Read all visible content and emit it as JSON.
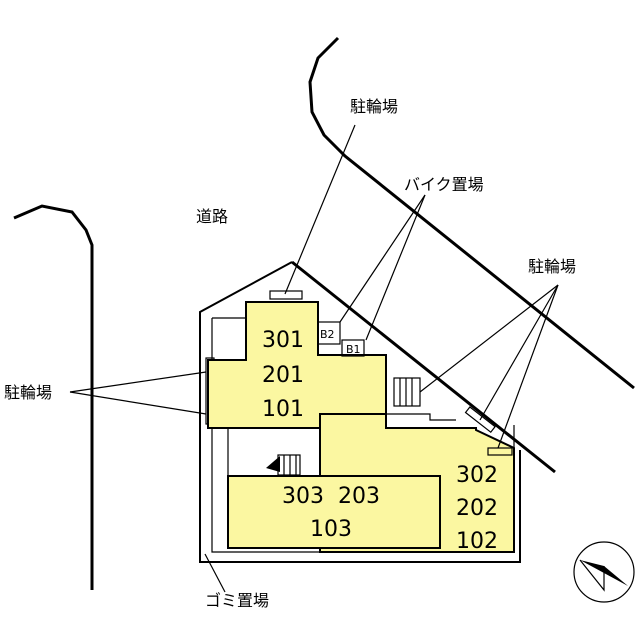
{
  "labels": {
    "road": "道路",
    "bicycle_parking_top": "駐輪場",
    "bike_parking": "バイク置場",
    "bicycle_parking_right": "駐輪場",
    "bicycle_parking_left": "駐輪場",
    "garbage": "ゴミ置場",
    "b1": "B1",
    "b2": "B2"
  },
  "units": {
    "left_block": [
      "301",
      "201",
      "101"
    ],
    "front_block": [
      "303  203",
      "103"
    ],
    "right_block": [
      "302",
      "202",
      "102"
    ]
  },
  "colors": {
    "building_fill": "#fbf7a1",
    "line": "#000000"
  },
  "icons": {
    "compass": "north-arrow-icon"
  }
}
